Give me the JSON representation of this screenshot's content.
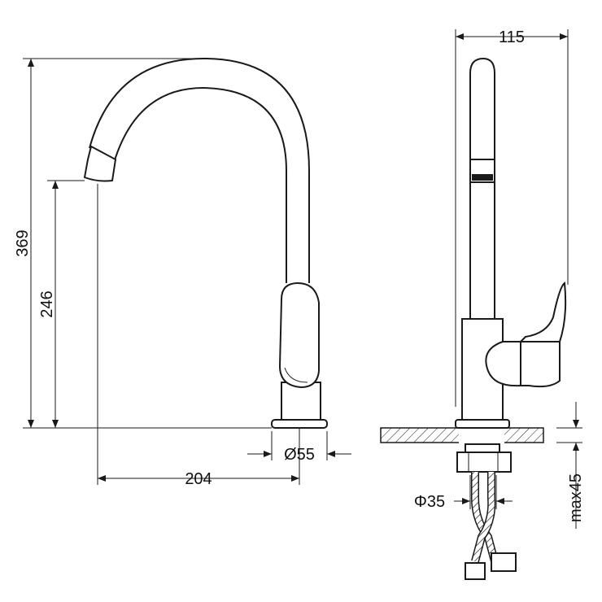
{
  "dimensions": {
    "height_total": "369",
    "height_spout": "246",
    "reach": "204",
    "base_diameter": "Ø55",
    "side_width": "115",
    "thread_diameter": "Φ35",
    "max_thickness": "max45"
  }
}
